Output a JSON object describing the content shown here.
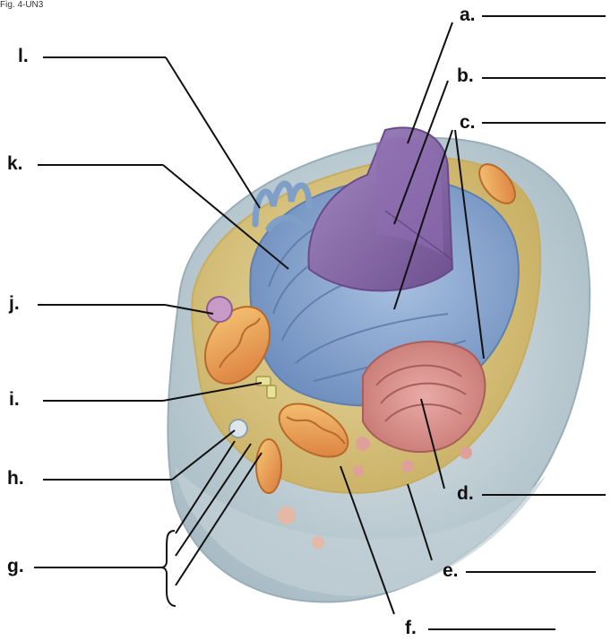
{
  "caption": "Fig. 4-UN3",
  "labels": {
    "a": "a.",
    "b": "b.",
    "c": "c.",
    "d": "d.",
    "e": "e.",
    "f": "f.",
    "g": "g.",
    "h": "h.",
    "i": "i.",
    "j": "j.",
    "k": "k.",
    "l": "l."
  },
  "colors": {
    "line": "#111111",
    "membrane": "#b8c8d0",
    "cytoplasm": "#d9c57a",
    "er": "#7f9fc8",
    "nucleus": "#8b6aa8",
    "golgi": "#d98b86",
    "mitochondrion": "#e89c5a"
  }
}
